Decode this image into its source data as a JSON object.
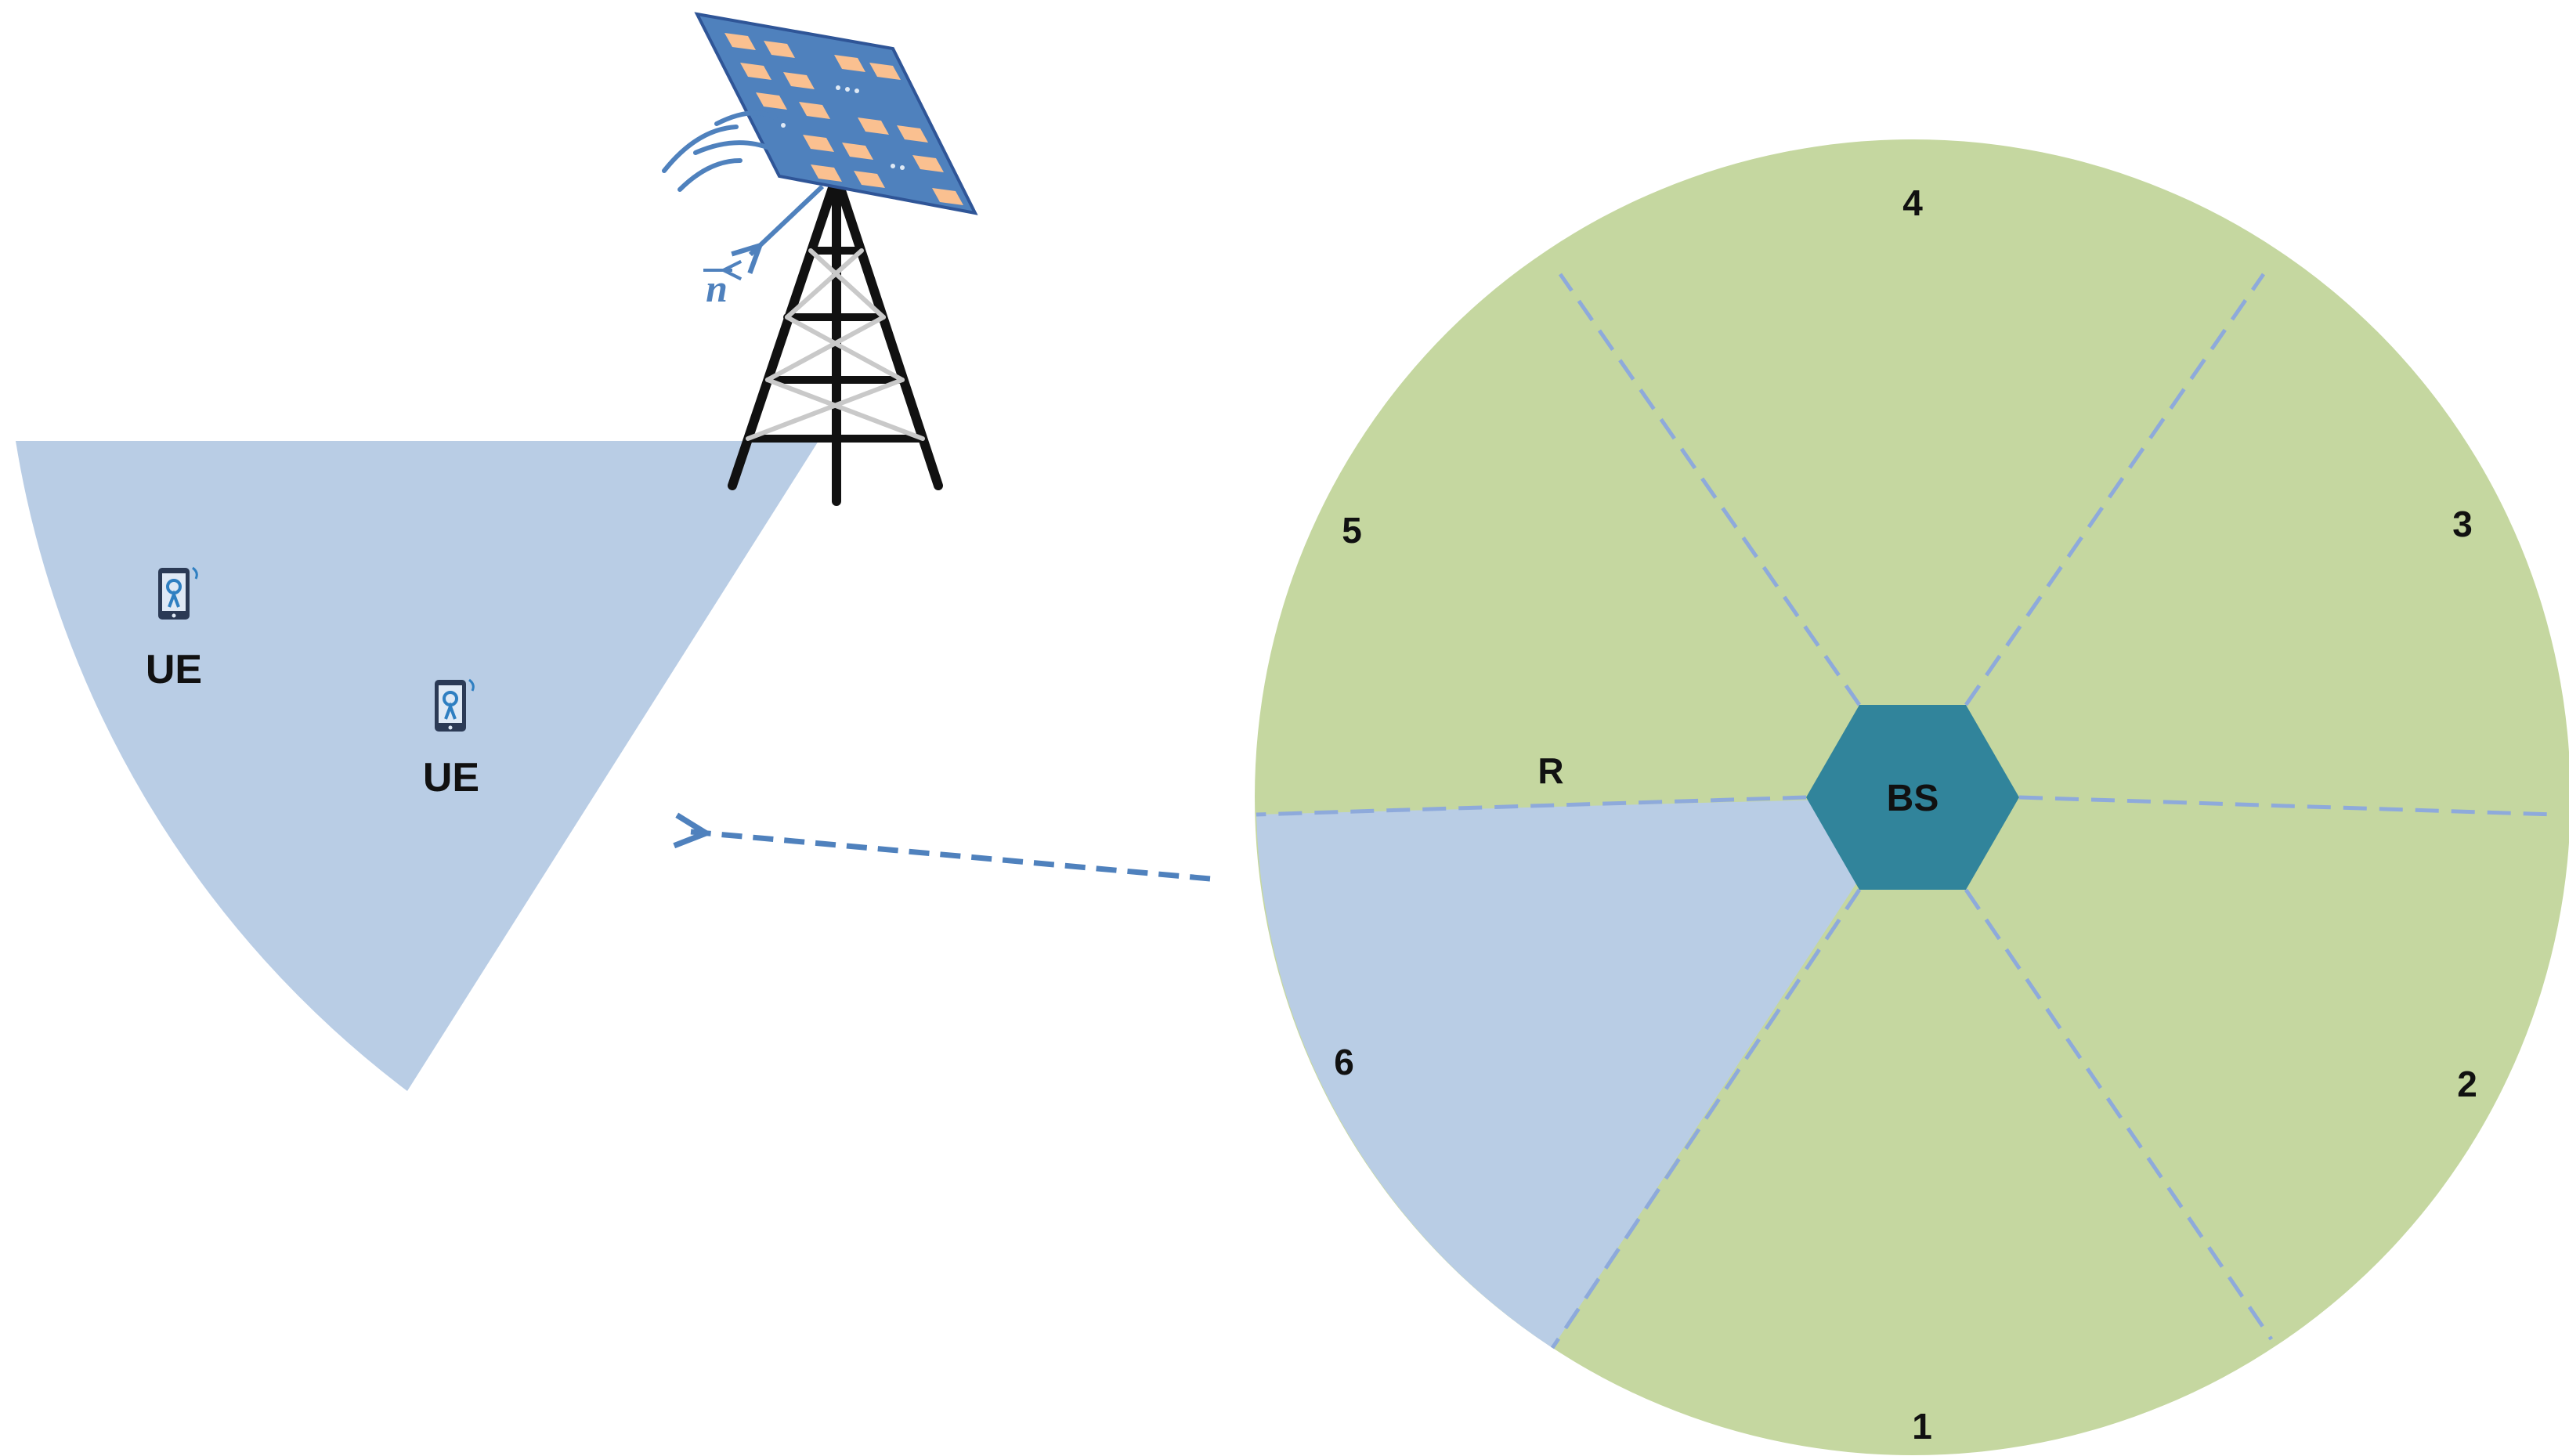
{
  "colors": {
    "sector_green": "#c5d7a0",
    "sector_blue": "#b9cde5",
    "base_station": "#31849b",
    "dashed_line": "#8eaadb",
    "accent_blue": "#4f81bd",
    "panel_blue": "#4f81bd",
    "panel_element": "#fac090",
    "tower": "#111111"
  },
  "icons": {
    "tower": "cell-tower-icon",
    "panel": "antenna-array-panel-icon",
    "phone": "smartphone-icon",
    "waves": "signal-waves-icon"
  },
  "left_panel": {
    "ue_labels": [
      "UE",
      "UE"
    ],
    "normal_vector_label": "n"
  },
  "cell": {
    "sector_labels": [
      "1",
      "2",
      "3",
      "4",
      "5",
      "6"
    ],
    "highlighted_sector": "6",
    "radius_label": "R",
    "base_station_label": "BS"
  }
}
